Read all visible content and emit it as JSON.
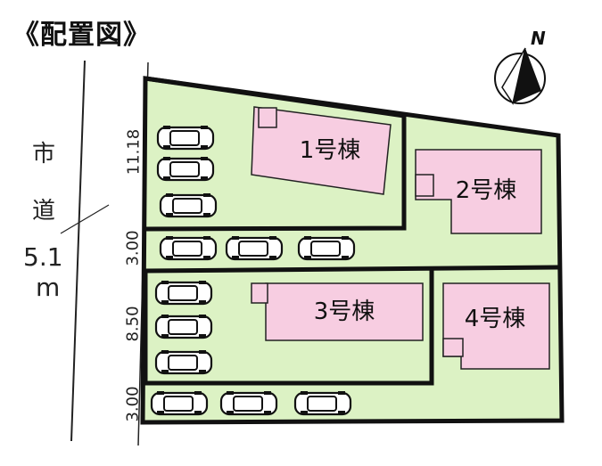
{
  "title": "《配置図》",
  "compass": {
    "label": "N",
    "icon": "north-arrow-icon"
  },
  "road": {
    "name_char1": "市",
    "name_char2": "道",
    "width_value": "5.1",
    "width_unit": "m"
  },
  "dimensions": [
    {
      "id": "dim-1",
      "text": "11.18"
    },
    {
      "id": "dim-2",
      "text": "3.00"
    },
    {
      "id": "dim-3",
      "text": "8.50"
    },
    {
      "id": "dim-4",
      "text": "3.00"
    }
  ],
  "buildings": [
    {
      "id": "b1",
      "label": "1号棟"
    },
    {
      "id": "b2",
      "label": "2号棟"
    },
    {
      "id": "b3",
      "label": "3号棟"
    },
    {
      "id": "b4",
      "label": "4号棟"
    }
  ],
  "colors": {
    "lot": "#dcf2c4",
    "building": "#f7cde1",
    "outline": "#111111"
  },
  "parking_spaces": 12
}
